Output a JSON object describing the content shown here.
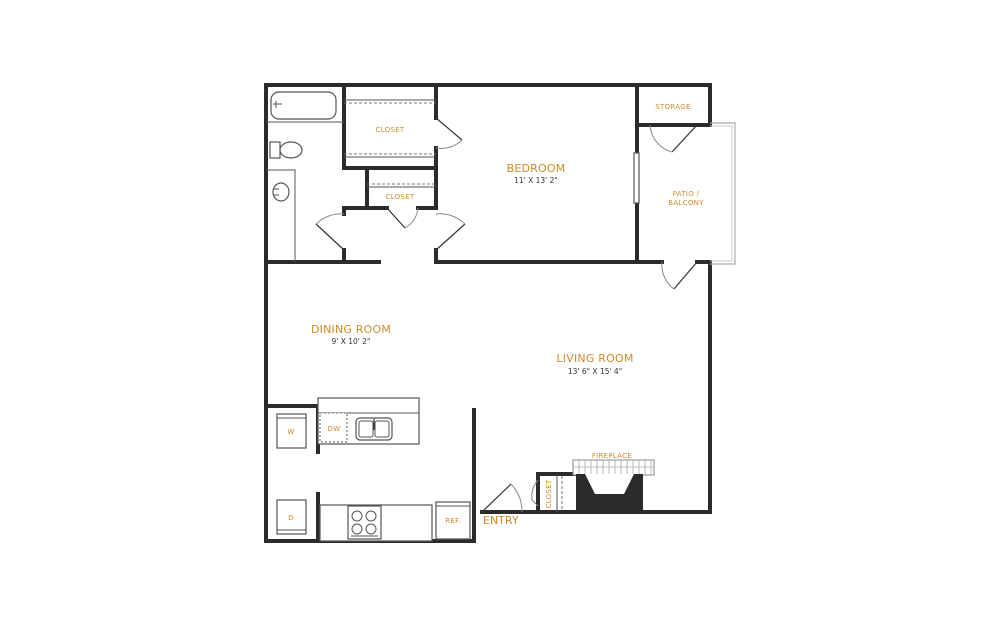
{
  "floorplan": {
    "label_color": "#d18a2a",
    "wall_color": "#2b2b2b",
    "rooms": {
      "bedroom": {
        "name": "BEDROOM",
        "dimensions": "11' X 13' 2\""
      },
      "dining": {
        "name": "DINING ROOM",
        "dimensions": "9' X 10' 2\""
      },
      "living": {
        "name": "LIVING ROOM",
        "dimensions": "13' 6\" X 15' 4\""
      },
      "closet_upper": {
        "name": "CLOSET"
      },
      "closet_lower": {
        "name": "CLOSET"
      },
      "closet_entry": {
        "name": "CLOSET"
      },
      "storage": {
        "name": "STORAGE"
      },
      "patio_line1": {
        "name": "PATIO /"
      },
      "patio_line2": {
        "name": "BALCONY"
      }
    },
    "fixtures": {
      "washer": "W",
      "dryer": "D",
      "dishwasher": "DW",
      "refrigerator": "REF.",
      "fireplace": "FIREPLACE"
    },
    "entry_label": "ENTRY"
  }
}
